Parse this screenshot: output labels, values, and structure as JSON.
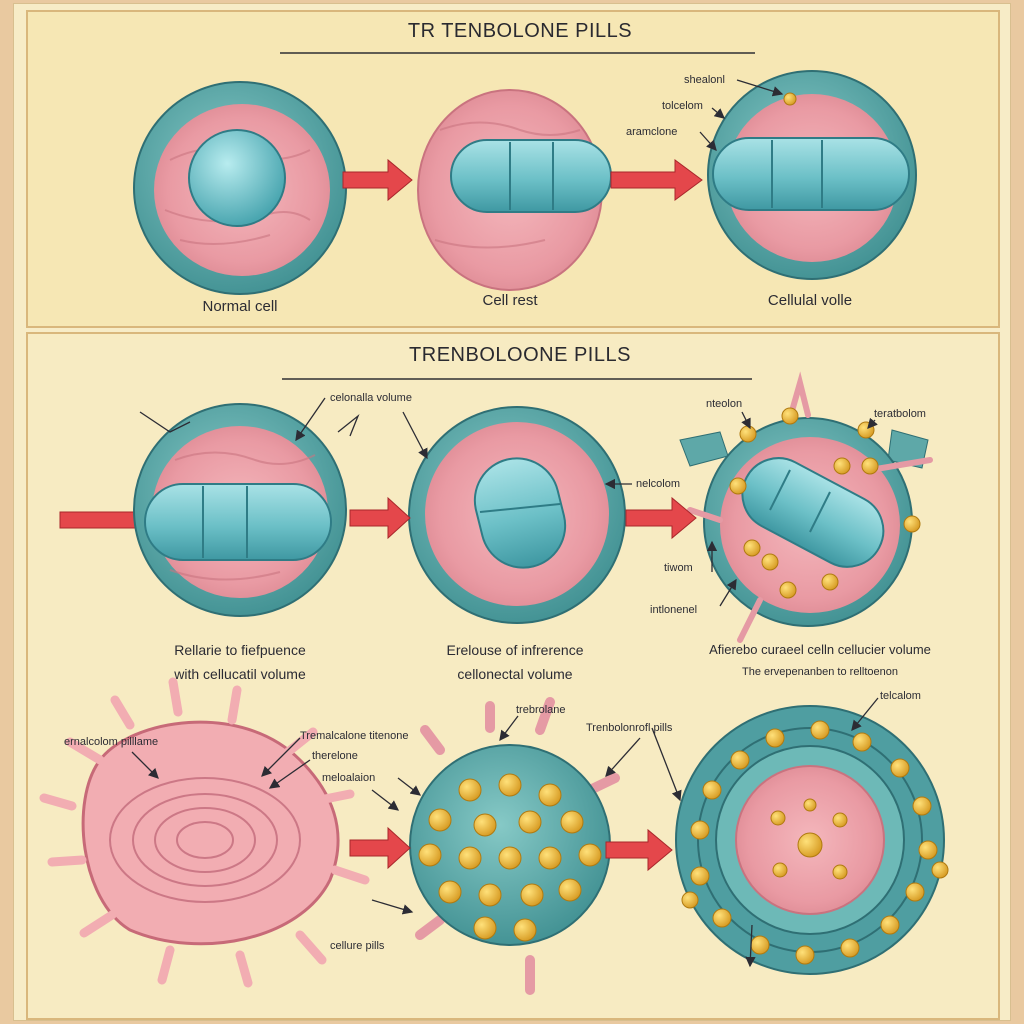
{
  "top_panel": {
    "title": "TR TENBOLONE PILLS",
    "captions": [
      "Normal cell",
      "Cell rest",
      "Cellulal volle"
    ],
    "labels": [
      "shealonl",
      "tolcelom",
      "aramclone"
    ]
  },
  "bottom_panel": {
    "title": "TRENBOLOONE PILLS",
    "row1_captions": [
      [
        "Rellarie to fiefpuence",
        "with cellucatil volume"
      ],
      [
        "Erelouse of infrerence",
        "cellonectal volume"
      ],
      [
        "Afierebo curaeel celln cellucier volume",
        "The ervepenanben to relltoenon"
      ]
    ],
    "row1_labels": [
      "celonalla volume",
      "nteolon",
      "teratbolom",
      "nelcolom",
      "tiwom",
      "intlonenel"
    ],
    "row2_labels": [
      "ernalcolom pilllame",
      "Tremalcalone titenone",
      "therelone",
      "meloalaion",
      "trebrolane",
      "Trenbolonrofl pills",
      "telcalom",
      "cellure pills"
    ]
  },
  "colors": {
    "pill": "#6fc3c9",
    "cell_outer": "#5fb0ae",
    "cytoplasm": "#ec9fa6",
    "granule": "#eab43a",
    "arrow": "#e4474b"
  }
}
